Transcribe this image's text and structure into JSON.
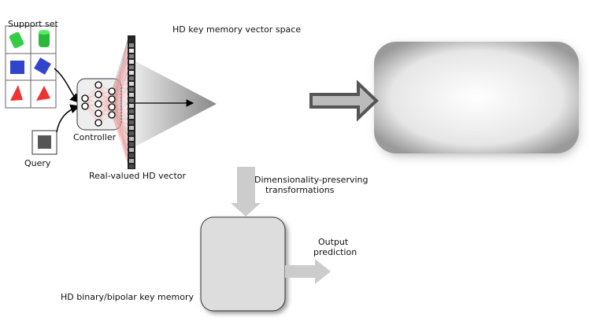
{
  "labels": {
    "support_set": "Support set",
    "query": "Query",
    "controller": "Controller",
    "real_valued": "Real-valued HD vector",
    "key_space": "HD key memory vector space",
    "transform_line1": "Dimensionality-preserving",
    "transform_line2": "transformations",
    "binary_memory": "HD binary/bipolar key memory",
    "output_line1": "Output",
    "output_line2": "prediction"
  },
  "colors": {
    "cylinder": "#33cc44",
    "cube": "#3344cc",
    "pyramid": "#ee3333",
    "query_cube": "#555555"
  }
}
